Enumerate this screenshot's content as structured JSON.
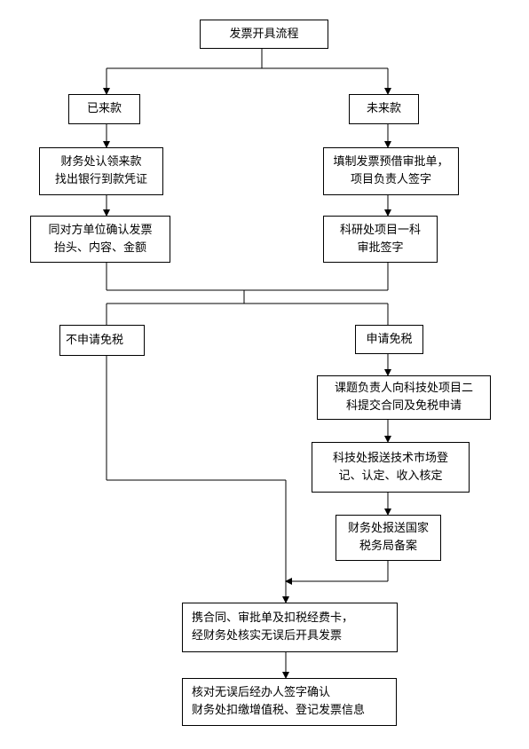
{
  "flowchart": {
    "title": "发票开具流程",
    "received": "已来款",
    "not_received": "未来款",
    "finance_confirm": [
      "财务处认领来款",
      "找出银行到款凭证"
    ],
    "confirm_invoice": [
      "同对方单位确认发票",
      "抬头、内容、金额"
    ],
    "fill_form": [
      "填制发票预借审批单，",
      "项目负责人签字"
    ],
    "research_office": [
      "科研处项目一科",
      "审批签字"
    ],
    "no_exemption": "不申请免税",
    "apply_exemption": "申请免税",
    "submit_contract": [
      "课题负责人向科技处项目二",
      "科提交合同及免税申请"
    ],
    "tech_register": [
      "科技处报送技术市场登",
      "记、认定、收入核定"
    ],
    "tax_bureau": [
      "财务处报送国家",
      "税务局备案"
    ],
    "issue_invoice": [
      "携合同、审批单及扣税经费卡，",
      "经财务处核实无误后开具发票"
    ],
    "final_step": [
      "核对无误后经办人签字确认",
      "财务处扣缴增值税、登记发票信息"
    ]
  }
}
